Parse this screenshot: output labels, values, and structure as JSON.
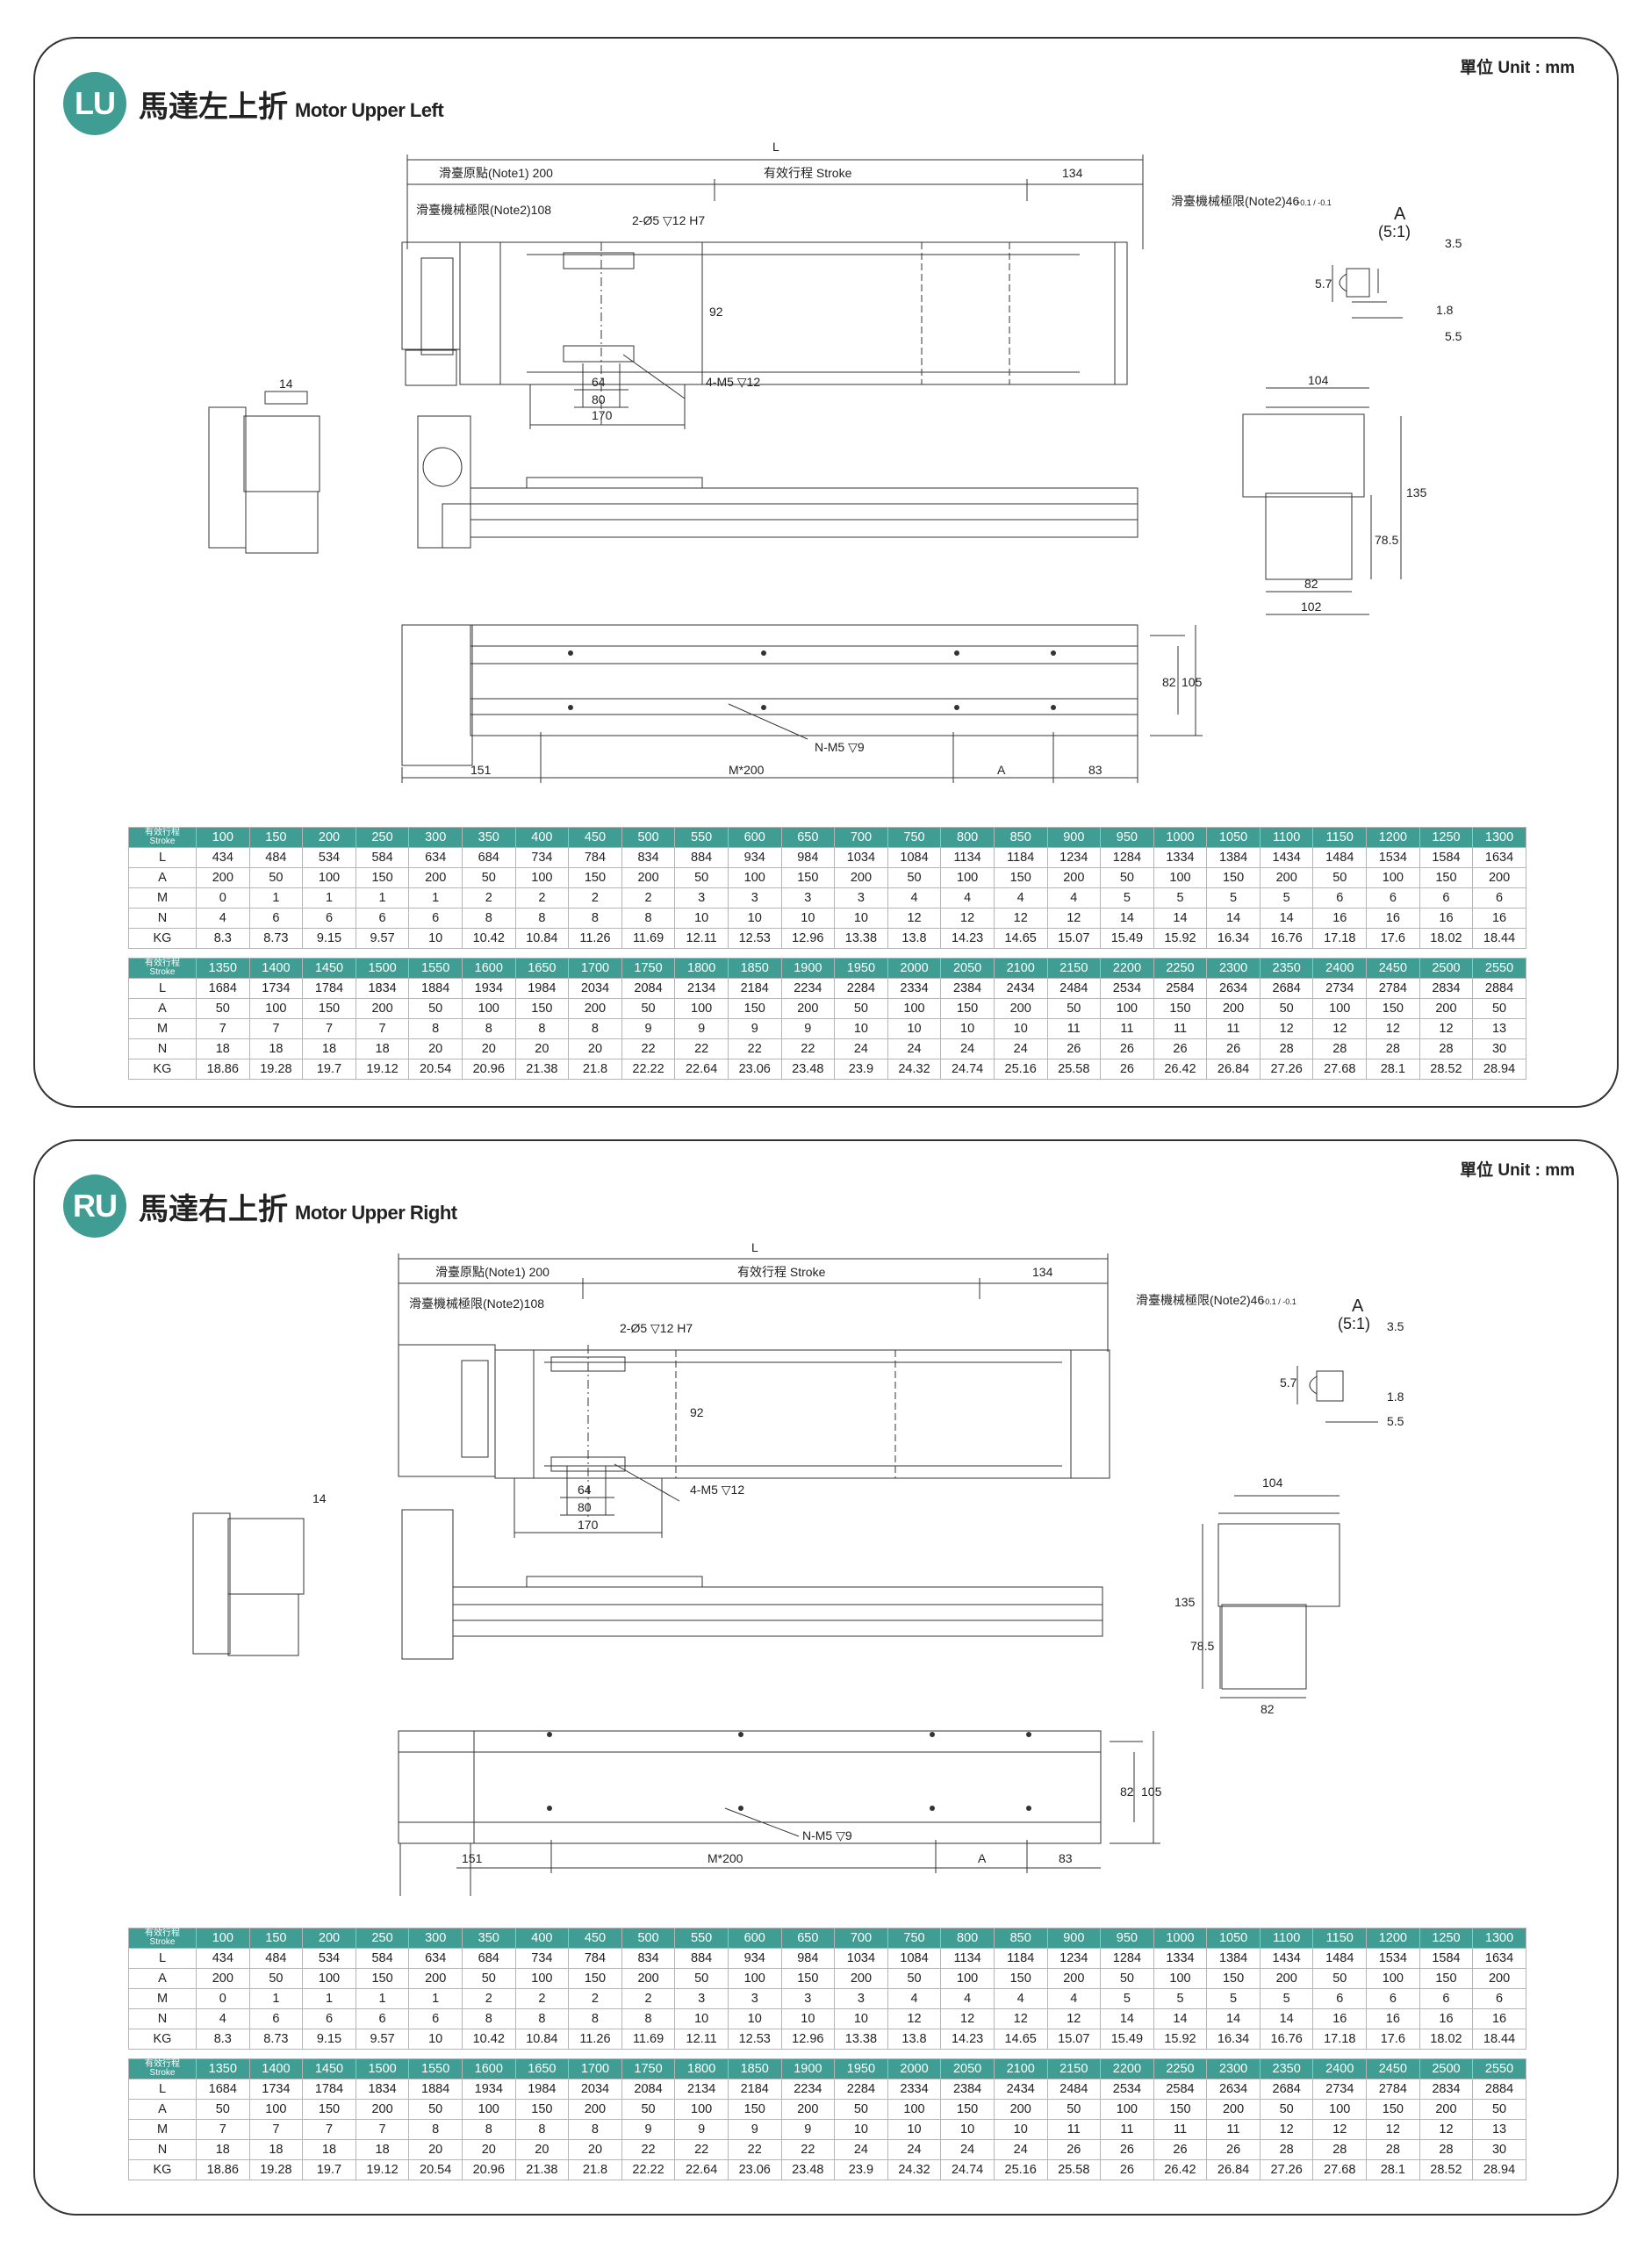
{
  "unit_label": "單位 Unit : mm",
  "sections": [
    {
      "badge": "LU",
      "title_cn": "馬達左上折",
      "title_en": "Motor Upper Left",
      "dims": {
        "L": "L",
        "note1": "滑臺原點(Note1) 200",
        "stroke": "有效行程 Stroke",
        "d134": "134",
        "note2_left": "滑臺機械極限(Note2)108",
        "note2_right": "滑臺機械極限(Note2)46",
        "tol": "+0.1 / -0.1",
        "hole": "2-Ø5 ▽12 H7",
        "d92": "92",
        "d64": "64",
        "d80": "80",
        "d170": "170",
        "m5": "4-M5 ▽12",
        "d14": "14",
        "detail_a": "A",
        "detail_scale": "(5:1)",
        "d3_5": "3.5",
        "d5_7": "5.7",
        "d1_8": "1.8",
        "d5_5": "5.5",
        "d104": "104",
        "d135": "135",
        "d78_5": "78.5",
        "d82s": "82",
        "d102": "102",
        "d82": "82",
        "d105": "105",
        "nm5": "N-M5 ▽9",
        "d151": "151",
        "m200": "M*200",
        "da": "A",
        "d83": "83"
      }
    },
    {
      "badge": "RU",
      "title_cn": "馬達右上折",
      "title_en": "Motor Upper Right",
      "dims": {
        "L": "L",
        "note1": "滑臺原點(Note1) 200",
        "stroke": "有效行程 Stroke",
        "d134": "134",
        "note2_left": "滑臺機械極限(Note2)108",
        "note2_right": "滑臺機械極限(Note2)46",
        "tol": "+0.1 / -0.1",
        "hole": "2-Ø5 ▽12 H7",
        "d92": "92",
        "d64": "64",
        "d80": "80",
        "d170": "170",
        "m5": "4-M5 ▽12",
        "d14": "14",
        "detail_a": "A",
        "detail_scale": "(5:1)",
        "d3_5": "3.5",
        "d5_7": "5.7",
        "d1_8": "1.8",
        "d5_5": "5.5",
        "d104": "104",
        "d135": "135",
        "d78_5": "78.5",
        "d82s": "82",
        "d82": "82",
        "d105": "105",
        "nm5": "N-M5 ▽9",
        "d151": "151",
        "m200": "M*200",
        "da": "A",
        "d83": "83"
      }
    }
  ],
  "table": {
    "header_cn": "有效行程",
    "header_en": "Stroke",
    "row_labels": [
      "L",
      "A",
      "M",
      "N",
      "KG"
    ],
    "blocks": [
      {
        "stroke": [
          "100",
          "150",
          "200",
          "250",
          "300",
          "350",
          "400",
          "450",
          "500",
          "550",
          "600",
          "650",
          "700",
          "750",
          "800",
          "850",
          "900",
          "950",
          "1000",
          "1050",
          "1100",
          "1150",
          "1200",
          "1250",
          "1300"
        ],
        "L": [
          "434",
          "484",
          "534",
          "584",
          "634",
          "684",
          "734",
          "784",
          "834",
          "884",
          "934",
          "984",
          "1034",
          "1084",
          "1134",
          "1184",
          "1234",
          "1284",
          "1334",
          "1384",
          "1434",
          "1484",
          "1534",
          "1584",
          "1634"
        ],
        "A": [
          "200",
          "50",
          "100",
          "150",
          "200",
          "50",
          "100",
          "150",
          "200",
          "50",
          "100",
          "150",
          "200",
          "50",
          "100",
          "150",
          "200",
          "50",
          "100",
          "150",
          "200",
          "50",
          "100",
          "150",
          "200"
        ],
        "M": [
          "0",
          "1",
          "1",
          "1",
          "1",
          "2",
          "2",
          "2",
          "2",
          "3",
          "3",
          "3",
          "3",
          "4",
          "4",
          "4",
          "4",
          "5",
          "5",
          "5",
          "5",
          "6",
          "6",
          "6",
          "6"
        ],
        "N": [
          "4",
          "6",
          "6",
          "6",
          "6",
          "8",
          "8",
          "8",
          "8",
          "10",
          "10",
          "10",
          "10",
          "12",
          "12",
          "12",
          "12",
          "14",
          "14",
          "14",
          "14",
          "16",
          "16",
          "16",
          "16"
        ],
        "KG": [
          "8.3",
          "8.73",
          "9.15",
          "9.57",
          "10",
          "10.42",
          "10.84",
          "11.26",
          "11.69",
          "12.11",
          "12.53",
          "12.96",
          "13.38",
          "13.8",
          "14.23",
          "14.65",
          "15.07",
          "15.49",
          "15.92",
          "16.34",
          "16.76",
          "17.18",
          "17.6",
          "18.02",
          "18.44"
        ]
      },
      {
        "stroke": [
          "1350",
          "1400",
          "1450",
          "1500",
          "1550",
          "1600",
          "1650",
          "1700",
          "1750",
          "1800",
          "1850",
          "1900",
          "1950",
          "2000",
          "2050",
          "2100",
          "2150",
          "2200",
          "2250",
          "2300",
          "2350",
          "2400",
          "2450",
          "2500",
          "2550"
        ],
        "L": [
          "1684",
          "1734",
          "1784",
          "1834",
          "1884",
          "1934",
          "1984",
          "2034",
          "2084",
          "2134",
          "2184",
          "2234",
          "2284",
          "2334",
          "2384",
          "2434",
          "2484",
          "2534",
          "2584",
          "2634",
          "2684",
          "2734",
          "2784",
          "2834",
          "2884"
        ],
        "A": [
          "50",
          "100",
          "150",
          "200",
          "50",
          "100",
          "150",
          "200",
          "50",
          "100",
          "150",
          "200",
          "50",
          "100",
          "150",
          "200",
          "50",
          "100",
          "150",
          "200",
          "50",
          "100",
          "150",
          "200",
          "50"
        ],
        "M": [
          "7",
          "7",
          "7",
          "7",
          "8",
          "8",
          "8",
          "8",
          "9",
          "9",
          "9",
          "9",
          "10",
          "10",
          "10",
          "10",
          "11",
          "11",
          "11",
          "11",
          "12",
          "12",
          "12",
          "12",
          "13"
        ],
        "N": [
          "18",
          "18",
          "18",
          "18",
          "20",
          "20",
          "20",
          "20",
          "22",
          "22",
          "22",
          "22",
          "24",
          "24",
          "24",
          "24",
          "26",
          "26",
          "26",
          "26",
          "28",
          "28",
          "28",
          "28",
          "30"
        ],
        "KG": [
          "18.86",
          "19.28",
          "19.7",
          "19.12",
          "20.54",
          "20.96",
          "21.38",
          "21.8",
          "22.22",
          "22.64",
          "23.06",
          "23.48",
          "23.9",
          "24.32",
          "24.74",
          "25.16",
          "25.58",
          "26",
          "26.42",
          "26.84",
          "27.26",
          "27.68",
          "28.1",
          "28.52",
          "28.94"
        ]
      }
    ]
  }
}
